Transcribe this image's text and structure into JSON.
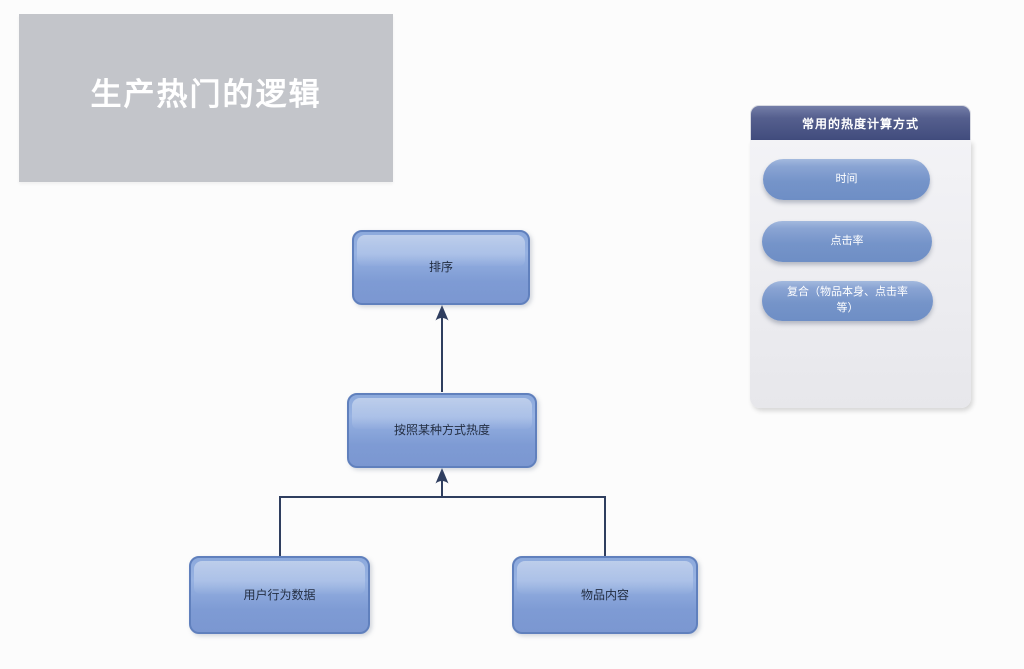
{
  "title_card": {
    "text": "生产热门的逻辑"
  },
  "flowchart": {
    "nodes": {
      "sort": "排序",
      "method": "按照某种方式热度",
      "user_behavior": "用户行为数据",
      "item_content": "物品内容"
    }
  },
  "panel": {
    "title": "常用的热度计算方式",
    "items": [
      {
        "label": "时间"
      },
      {
        "label": "点击率"
      },
      {
        "label": "复合（物品本身、点击率等）"
      }
    ]
  },
  "colors": {
    "page_bg": "#fcfcfc",
    "title_card_bg": "#c3c5ca",
    "node_fill": "#7e9bd4",
    "node_border": "#6080bd",
    "node_text": "#232e42",
    "pill_fill": "#7292c7",
    "panel_header_bg": "#46517f",
    "panel_body_bg": "#ededf1",
    "connector": "#2f3e5f"
  }
}
